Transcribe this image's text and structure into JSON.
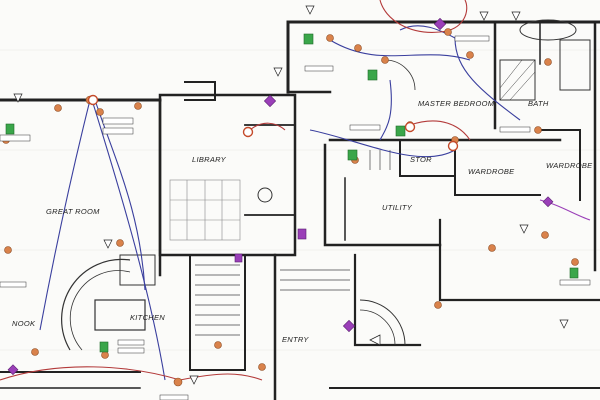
{
  "rooms": {
    "master_bedroom": "MASTER BEDROOM",
    "bath": "BATH",
    "library": "LIBRARY",
    "stor": "STOR",
    "wardrobe_left": "WARDROBE",
    "wardrobe_right": "WARDROBE",
    "great_room": "GREAT ROOM",
    "utility": "UTILITY",
    "nook": "NOOK",
    "kitchen": "KITCHEN",
    "entry": "ENTRY"
  },
  "colors": {
    "wall": "#222222",
    "wiring_blue": "#3a3f9e",
    "wiring_red": "#b33a3a",
    "device_orange": "#d9824b",
    "device_green": "#3aa64a",
    "device_purple": "#9a3fb8",
    "label_tag": "#c44a2a"
  }
}
